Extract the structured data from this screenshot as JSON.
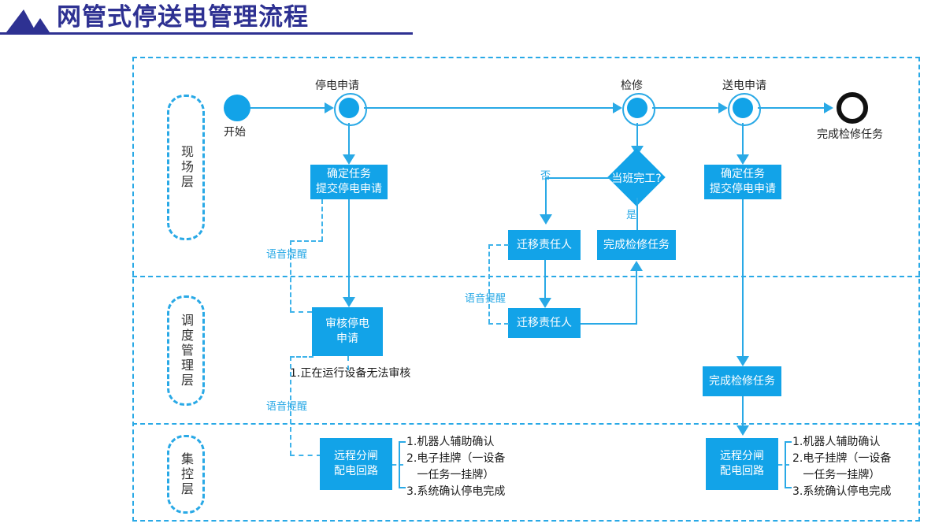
{
  "header": {
    "title": "网管式停送电管理流程",
    "icon": "mountain-icon",
    "accent_color": "#2E3192"
  },
  "theme": {
    "primary_blue": "#12A3E8",
    "line_blue": "#29A9E6",
    "dashed_blue": "#3FB3EA",
    "end_node_color": "#111111"
  },
  "lanes": [
    {
      "id": "site",
      "label": "现场层"
    },
    {
      "id": "dispatch",
      "label": "调度管理层"
    },
    {
      "id": "control",
      "label": "集控层"
    }
  ],
  "nodes": {
    "start": {
      "label": "开始",
      "type": "start-event"
    },
    "outage_request": {
      "label": "停电申请",
      "type": "intermediate-event"
    },
    "maintenance": {
      "label": "检修",
      "type": "intermediate-event"
    },
    "power_request": {
      "label": "送电申请",
      "type": "intermediate-event"
    },
    "end": {
      "label": "完成检修任务",
      "type": "end-event"
    },
    "task_submit_left": {
      "label": "确定任务\n提交停电申请"
    },
    "task_submit_right": {
      "label": "确定任务\n提交停电申请"
    },
    "review_outage": {
      "label": "审核停电\n申请"
    },
    "decision_shift": {
      "label": "当班完工?"
    },
    "transfer_owner_site": {
      "label": "迁移责任人"
    },
    "complete_task_site": {
      "label": "完成检修任务"
    },
    "transfer_owner_dispatch": {
      "label": "迁移责任人"
    },
    "complete_task_dispatch": {
      "label": "完成检修任务"
    },
    "remote_open_left": {
      "label": "远程分闸\n配电回路"
    },
    "remote_open_right": {
      "label": "远程分闸\n配电回路"
    }
  },
  "edge_labels": {
    "no": "否",
    "yes": "是",
    "voice_reminder_1": "语音提醒",
    "voice_reminder_2": "语音提醒",
    "voice_reminder_3": "语音提醒"
  },
  "annotations": {
    "review_note": "1.正在运行设备无法审核",
    "control_notes_left": "1.机器人辅助确认\n2.电子挂牌（一设备\n   一任务一挂牌）\n3.系统确认停电完成",
    "control_notes_right": "1.机器人辅助确认\n2.电子挂牌（一设备\n   一任务一挂牌）\n3.系统确认停电完成"
  }
}
